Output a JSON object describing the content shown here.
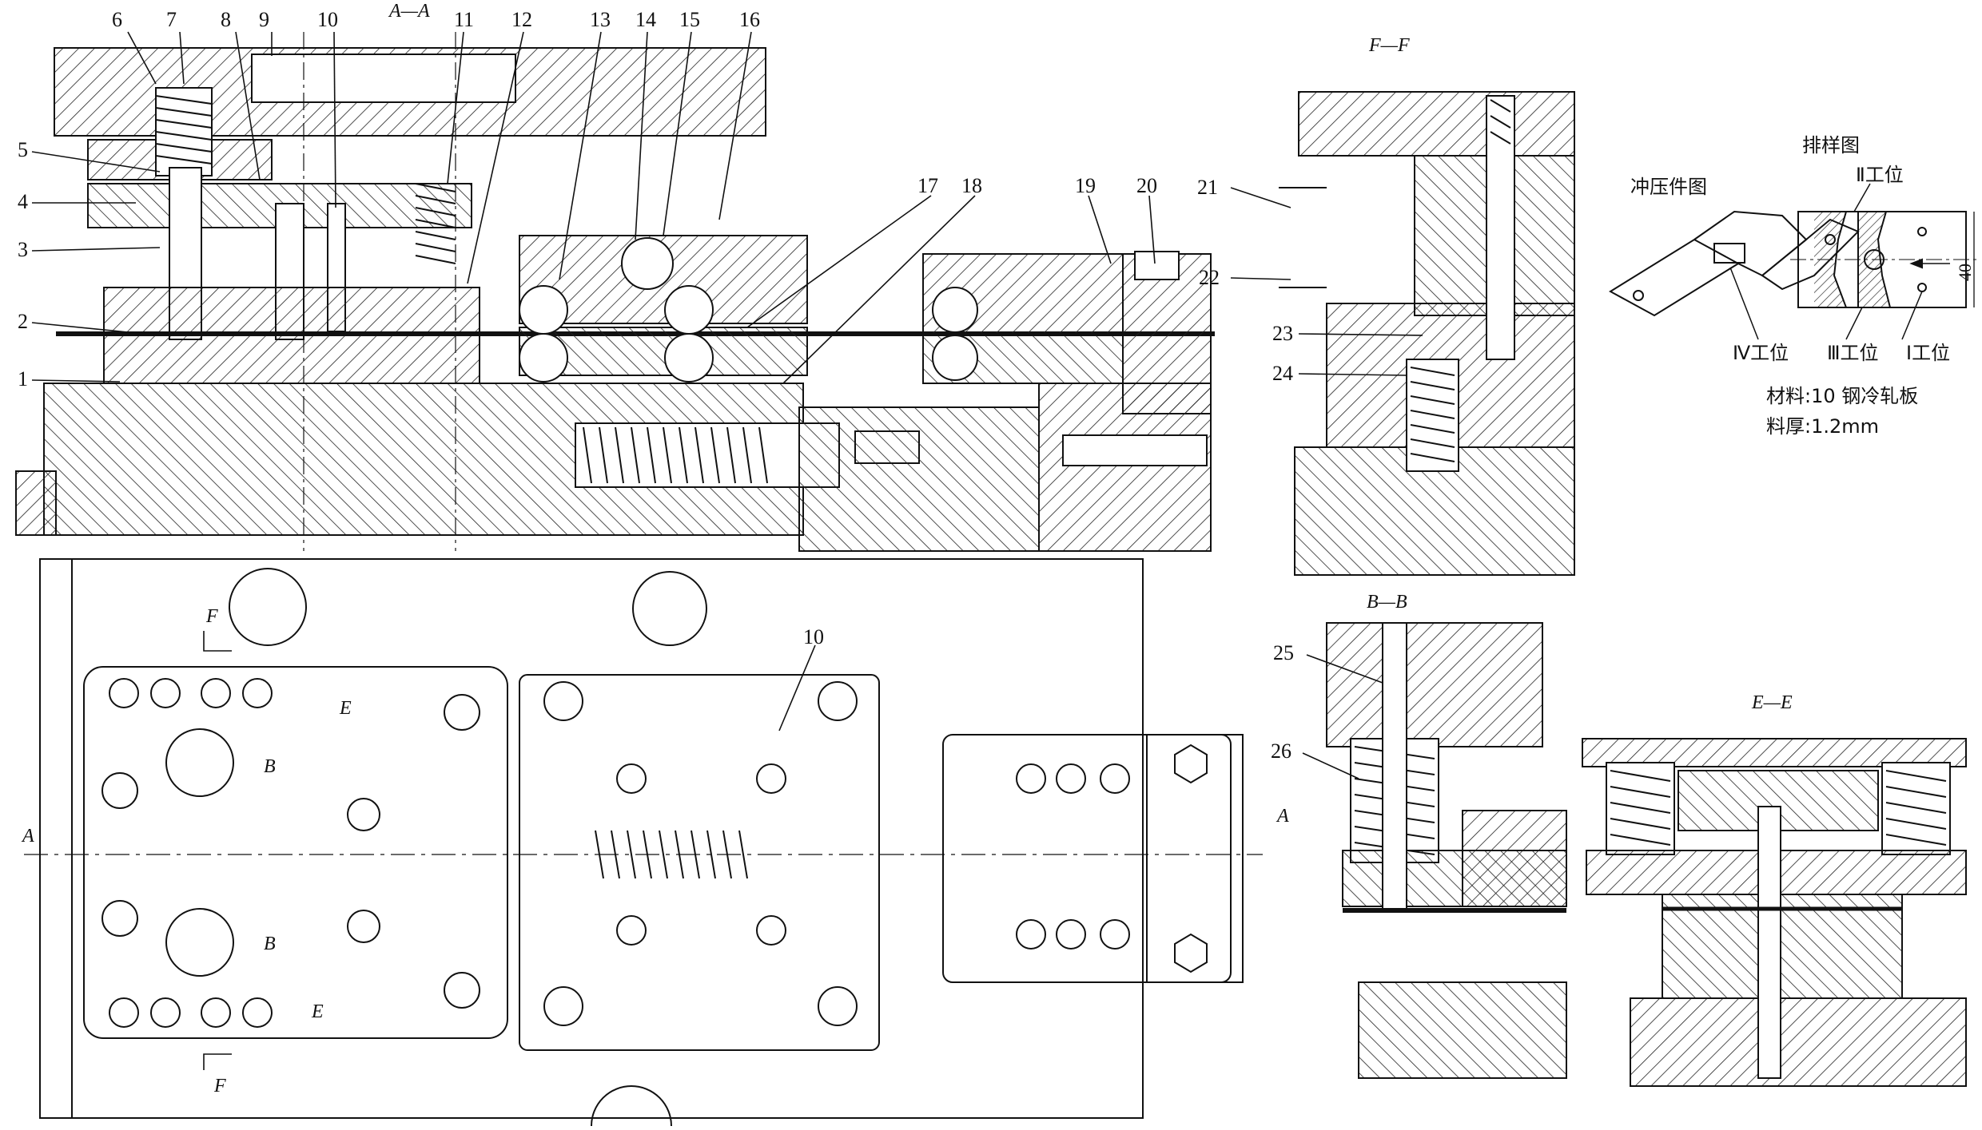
{
  "section_titles": {
    "aa": "A—A",
    "ff": "F—F",
    "bb": "B—B",
    "ee": "E—E"
  },
  "part_numbers": [
    "1",
    "2",
    "3",
    "4",
    "5",
    "6",
    "7",
    "8",
    "9",
    "10",
    "11",
    "12",
    "13",
    "14",
    "15",
    "16",
    "17",
    "18",
    "19",
    "20",
    "21",
    "22",
    "23",
    "24",
    "25",
    "26"
  ],
  "plan_labels": {
    "f_top": "F",
    "f_bottom": "F",
    "e_top": "E",
    "e_bottom": "E",
    "b_top": "B",
    "b_bottom": "B",
    "a_left": "A",
    "a_right": "A",
    "ten": "10"
  },
  "legend": {
    "stamping_part_title": "冲压件图",
    "layout_title": "排样图",
    "station_1": "Ⅰ工位",
    "station_2": "Ⅱ工位",
    "station_3": "Ⅲ工位",
    "station_4": "Ⅳ工位",
    "dimension": "40",
    "material": "材料:10 钢冷轧板",
    "thickness": "料厚:1.2mm"
  },
  "colors": {
    "line": "#111111",
    "background": "#ffffff",
    "hatch": "#222222"
  }
}
